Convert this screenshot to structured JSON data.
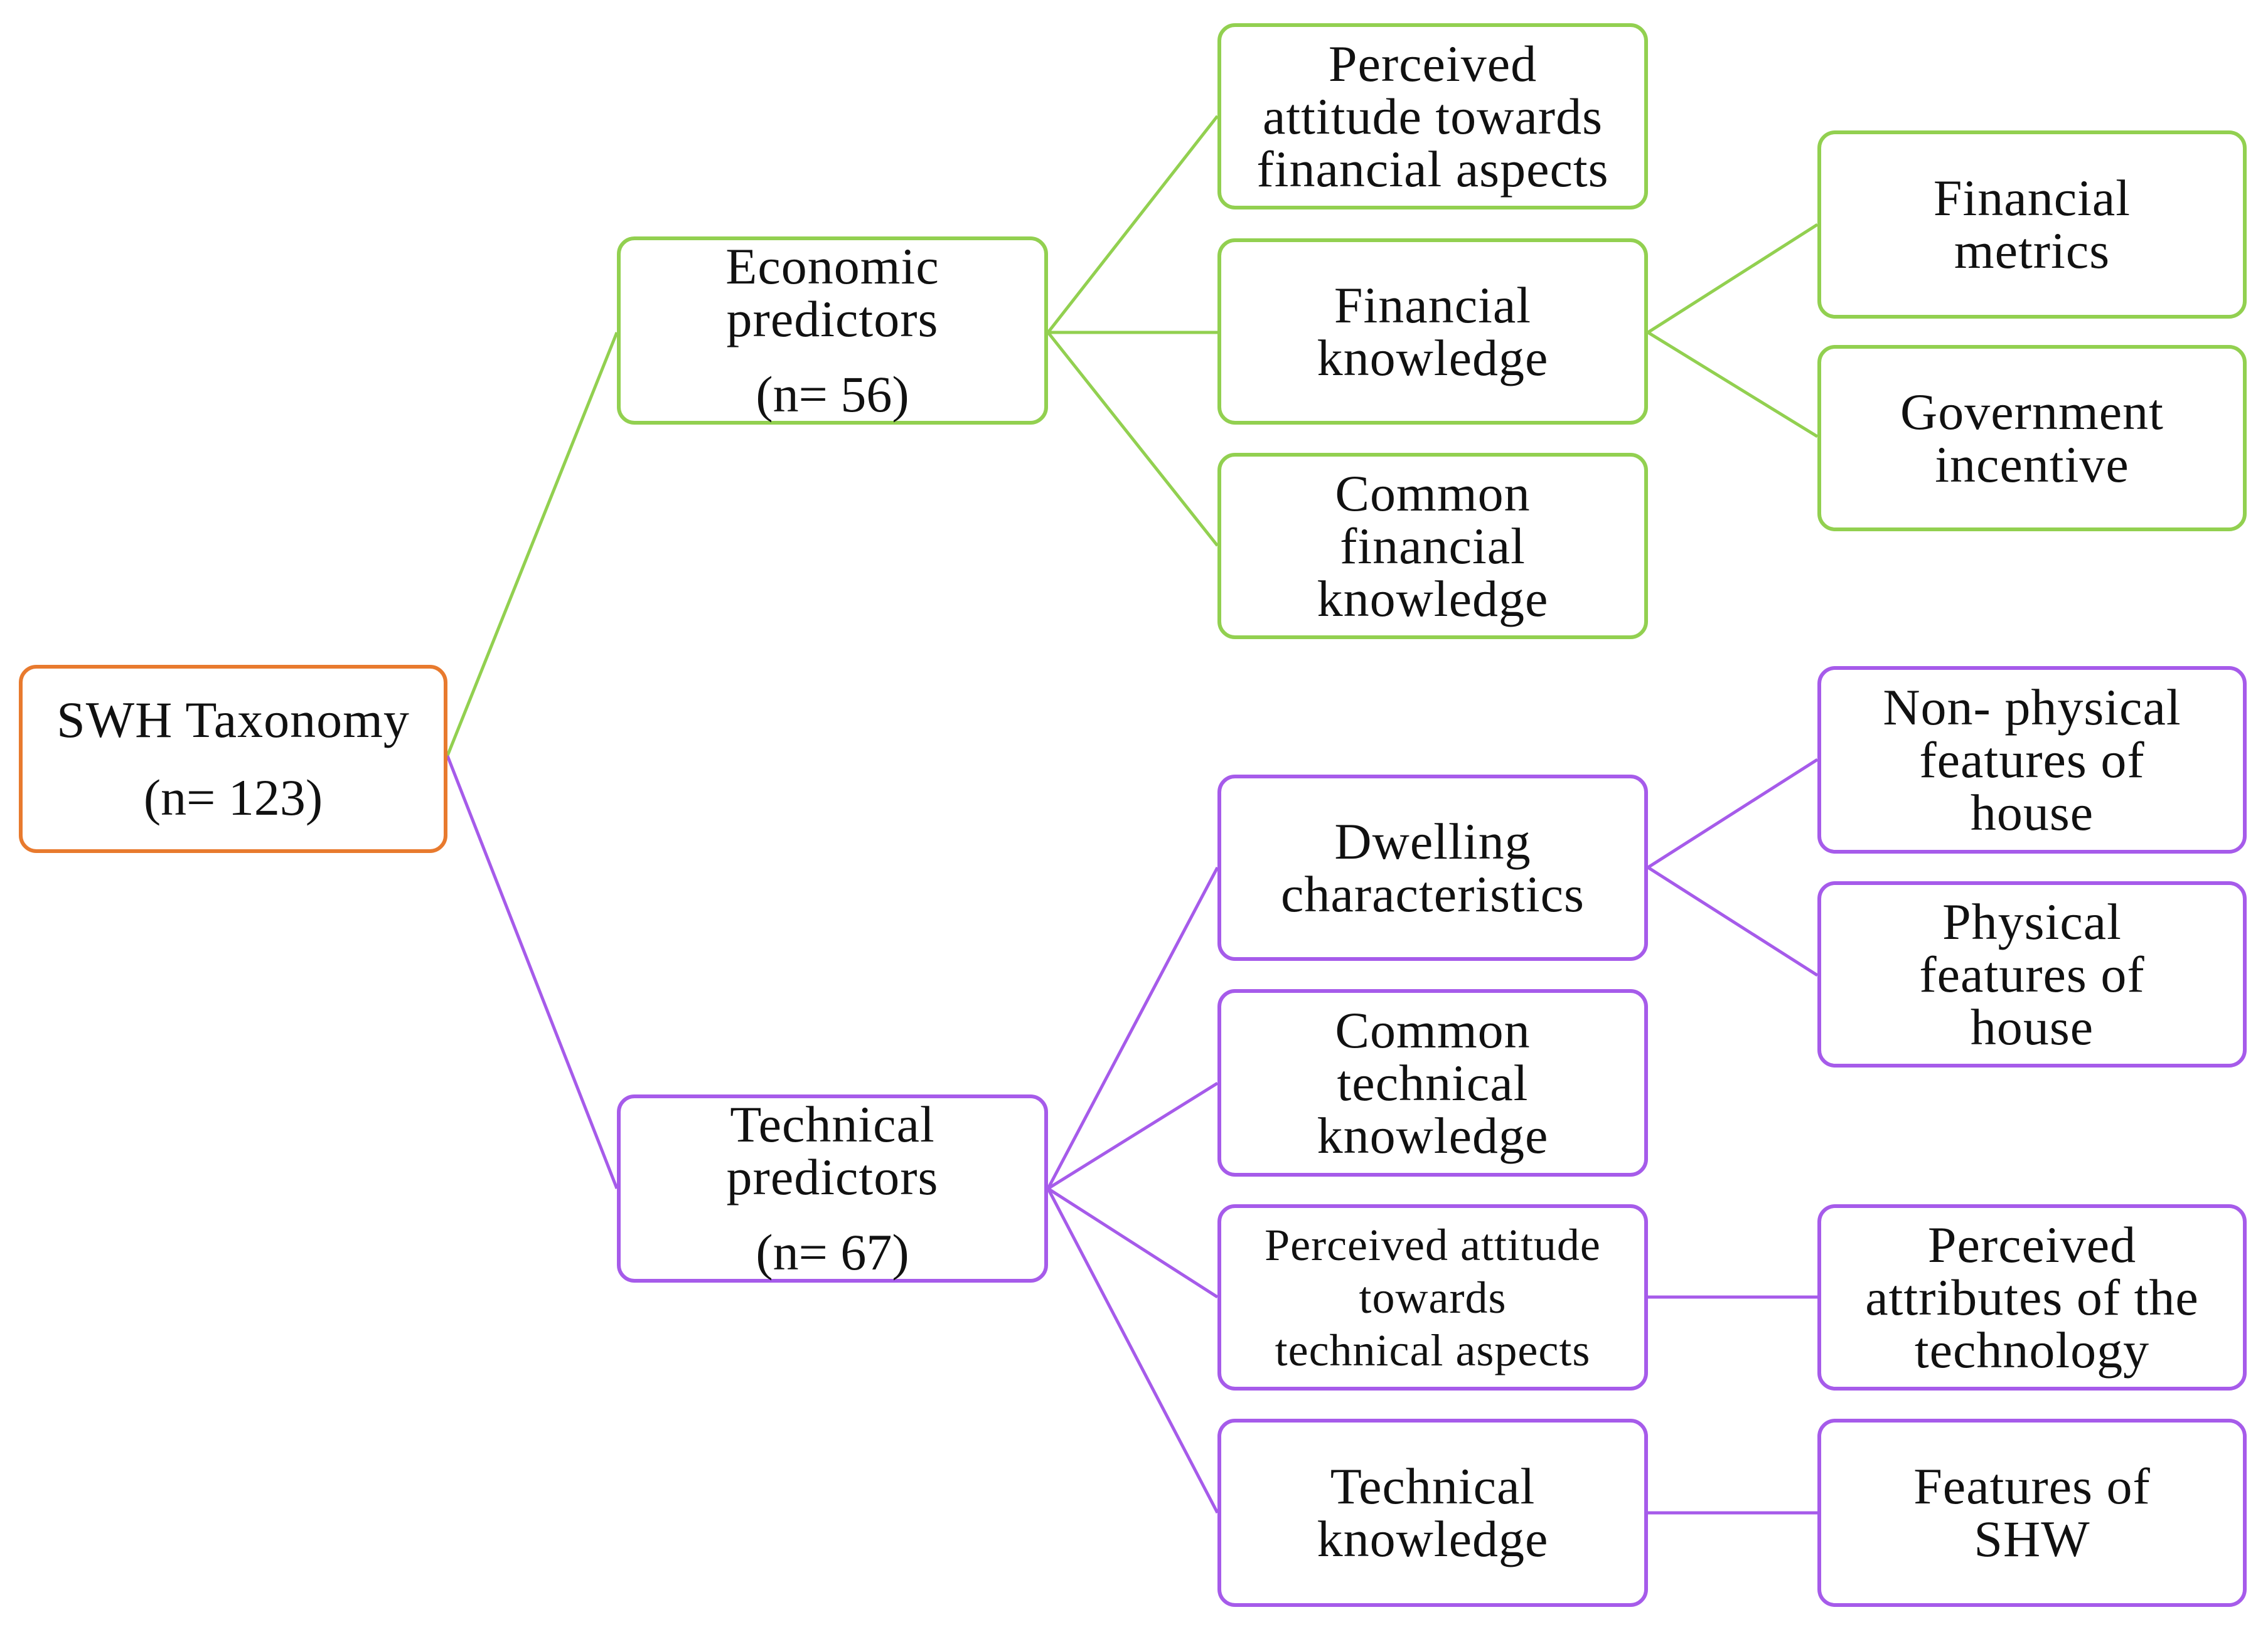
{
  "colors": {
    "root": "#E87A2E",
    "economic": "#92D050",
    "technical": "#A65BEA"
  },
  "root": {
    "label": "SWH Taxonomy",
    "count": "(n= 123)"
  },
  "economic": {
    "label": "Economic\npredictors",
    "count": "(n= 56)",
    "children": {
      "attitude_financial": "Perceived\nattitude towards\nfinancial aspects",
      "financial_knowledge": "Financial\nknowledge",
      "common_financial_knowledge": "Common\nfinancial\nknowledge"
    },
    "leaves": {
      "financial_metrics": "Financial\nmetrics",
      "government_incentive": "Government\nincentive"
    }
  },
  "technical": {
    "label": "Technical\npredictors",
    "count": "(n= 67)",
    "children": {
      "dwelling": "Dwelling\ncharacteristics",
      "common_technical_knowledge": "Common\ntechnical\nknowledge",
      "attitude_technical": "Perceived attitude\ntowards\ntechnical aspects",
      "technical_knowledge": "Technical\nknowledge"
    },
    "leaves": {
      "non_physical": "Non- physical\nfeatures of\nhouse",
      "physical": "Physical\nfeatures of\nhouse",
      "attributes": "Perceived\nattributes of the\ntechnology",
      "features_shw": "Features of\nSHW"
    }
  }
}
